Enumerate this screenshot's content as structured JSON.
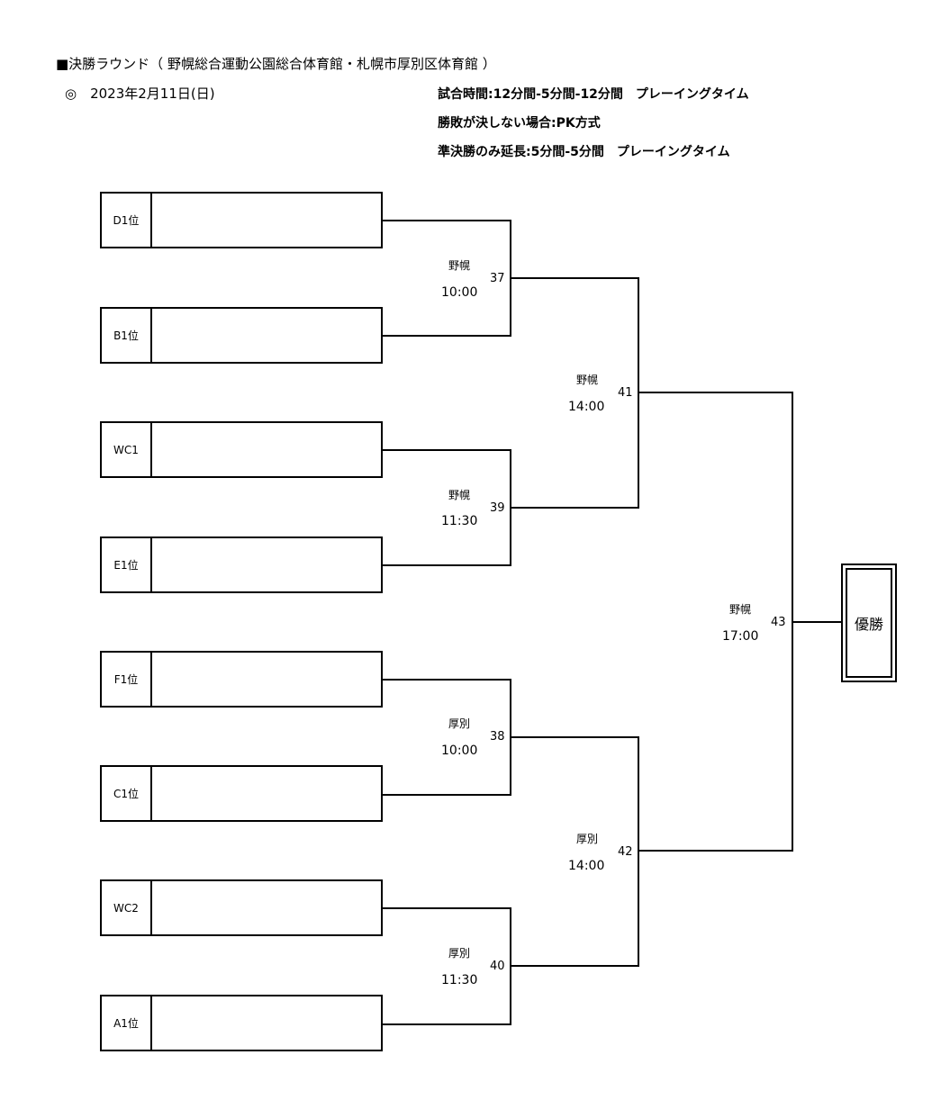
{
  "header": {
    "title": "■決勝ラウンド（ 野幌総合運動公園総合体育館・札幌市厚別区体育館 ）",
    "date": "◎　2023年2月11日(日)",
    "rules": [
      "試合時間:12分間-5分間-12分間　プレーイングタイム",
      "勝敗が決しない場合:PK方式",
      "準決勝のみ延長:5分間-5分間　プレーイングタイム"
    ]
  },
  "teams": [
    {
      "seed": "D1位",
      "name": ""
    },
    {
      "seed": "B1位",
      "name": ""
    },
    {
      "seed": "WC1",
      "name": ""
    },
    {
      "seed": "E1位",
      "name": ""
    },
    {
      "seed": "F1位",
      "name": ""
    },
    {
      "seed": "C1位",
      "name": ""
    },
    {
      "seed": "WC2",
      "name": ""
    },
    {
      "seed": "A1位",
      "name": ""
    }
  ],
  "matches": {
    "m37": {
      "venue": "野幌",
      "time": "10:00",
      "number": "37"
    },
    "m39": {
      "venue": "野幌",
      "time": "11:30",
      "number": "39"
    },
    "m38": {
      "venue": "厚別",
      "time": "10:00",
      "number": "38"
    },
    "m40": {
      "venue": "厚別",
      "time": "11:30",
      "number": "40"
    },
    "m41": {
      "venue": "野幌",
      "time": "14:00",
      "number": "41"
    },
    "m42": {
      "venue": "厚別",
      "time": "14:00",
      "number": "42"
    },
    "m43": {
      "venue": "野幌",
      "time": "17:00",
      "number": "43"
    }
  },
  "champion": {
    "label": "優勝"
  }
}
